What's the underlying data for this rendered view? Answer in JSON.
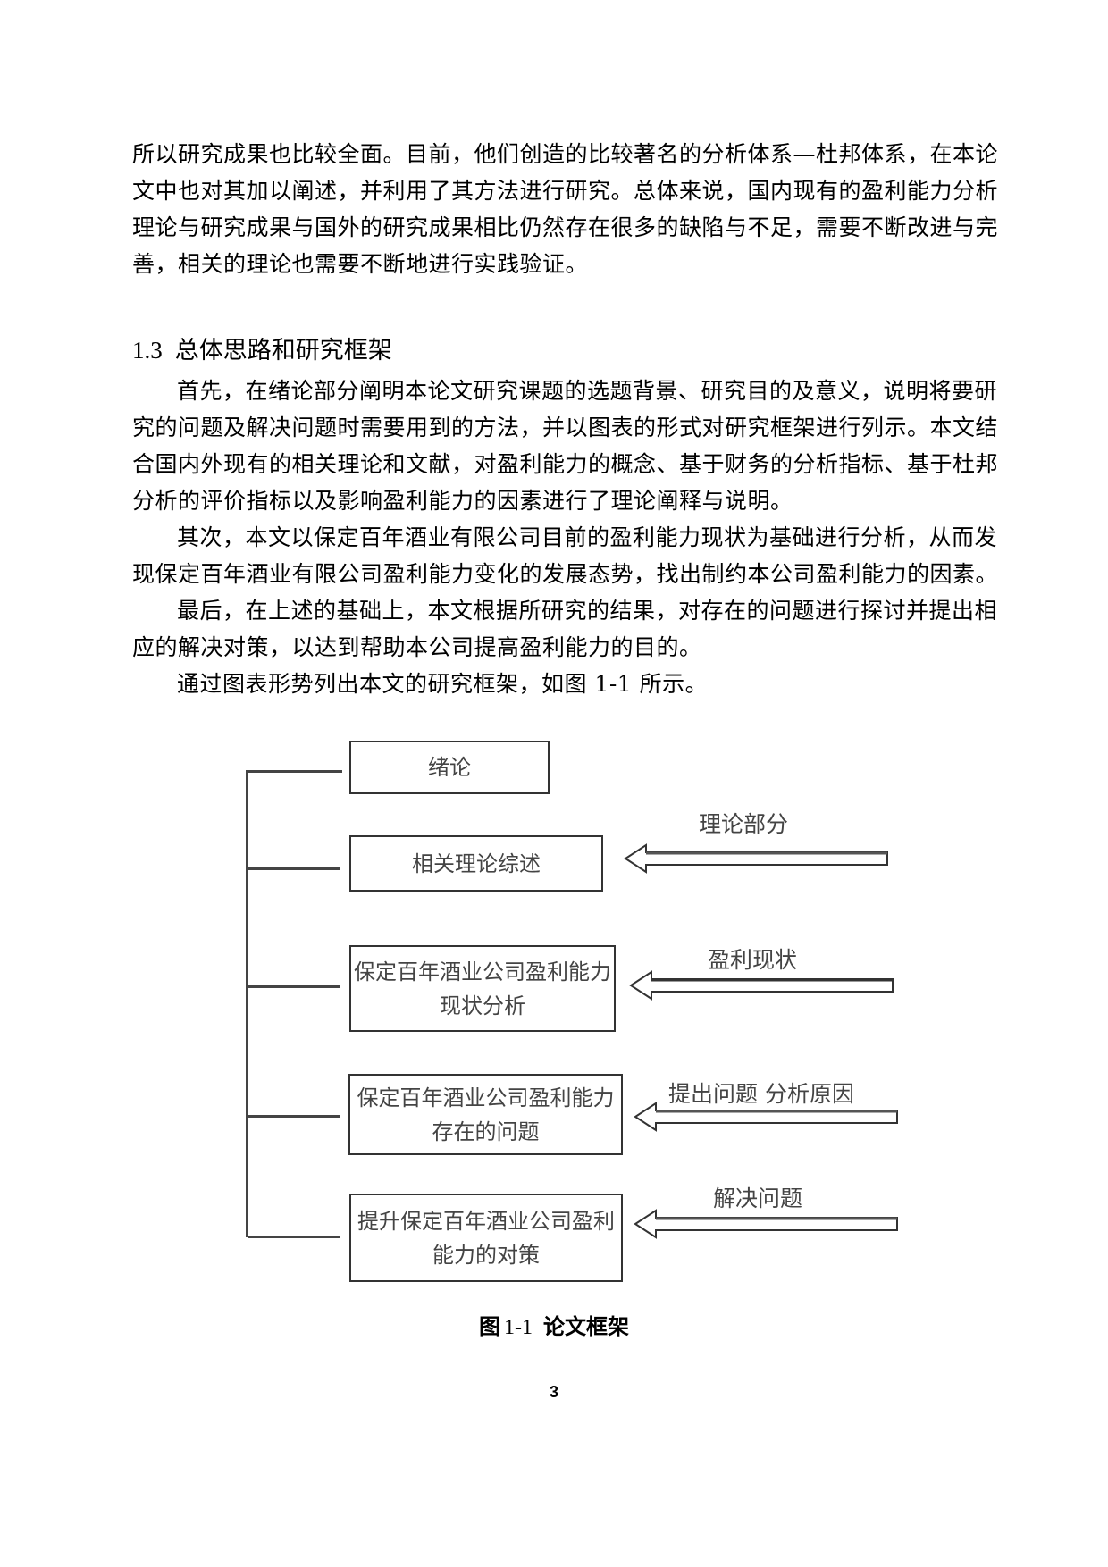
{
  "paragraphs": [
    {
      "lines": [
        "所以研究成果也比较全面。目前，他们创造的比较著名的分析体系—杜邦体系，在本论",
        "文中也对其加以阐述，并利用了其方法进行研究。总体来说，国内现有的盈利能力分析",
        "理论与研究成果与国外的研究成果相比仍然存在很多的缺陷与不足，需要不断改进与完",
        "善，相关的理论也需要不断地进行实践验证。"
      ]
    }
  ],
  "section": {
    "number": "1.3",
    "title": "总体思路和研究框架"
  },
  "body_paragraphs": [
    {
      "lines": [
        "首先，在绪论部分阐明本论文研究课题的选题背景、研究目的及意义，说明将要研",
        "究的问题及解决问题时需要用到的方法，并以图表的形式对研究框架进行列示。本文结",
        "合国内外现有的相关理论和文献，对盈利能力的概念、基于财务的分析指标、基于杜邦",
        "分析的评价指标以及影响盈利能力的因素进行了理论阐释与说明。"
      ]
    },
    {
      "lines": [
        "其次，本文以保定百年酒业有限公司目前的盈利能力现状为基础进行分析，从而发",
        "现保定百年酒业有限公司盈利能力变化的发展态势，找出制约本公司盈利能力的因素。"
      ]
    },
    {
      "lines": [
        "最后，在上述的基础上，本文根据所研究的结果，对存在的问题进行探讨并提出相",
        "应的解决对策，以达到帮助本公司提高盈利能力的目的。"
      ]
    },
    {
      "lines": [
        "通过图表形势列出本文的研究框架，如图 1-1 所示。"
      ]
    }
  ],
  "diagram": {
    "boxes": [
      {
        "line1": "绪论",
        "line2": ""
      },
      {
        "line1": "相关理论综述",
        "line2": ""
      },
      {
        "line1": "保定百年酒业公司盈利能力",
        "line2": "现状分析"
      },
      {
        "line1": "保定百年酒业公司盈利能力",
        "line2": "存在的问题"
      },
      {
        "line1": "提升保定百年酒业公司盈利",
        "line2": "能力的对策"
      }
    ],
    "arrows": [
      {
        "label": "理论部分"
      },
      {
        "label": "盈利现状"
      },
      {
        "label": "提出问题  分析原因"
      },
      {
        "label": "解决问题"
      }
    ]
  },
  "caption": {
    "prefix": "图",
    "number": "1-1",
    "title": "论文框架"
  },
  "page_number": "3"
}
